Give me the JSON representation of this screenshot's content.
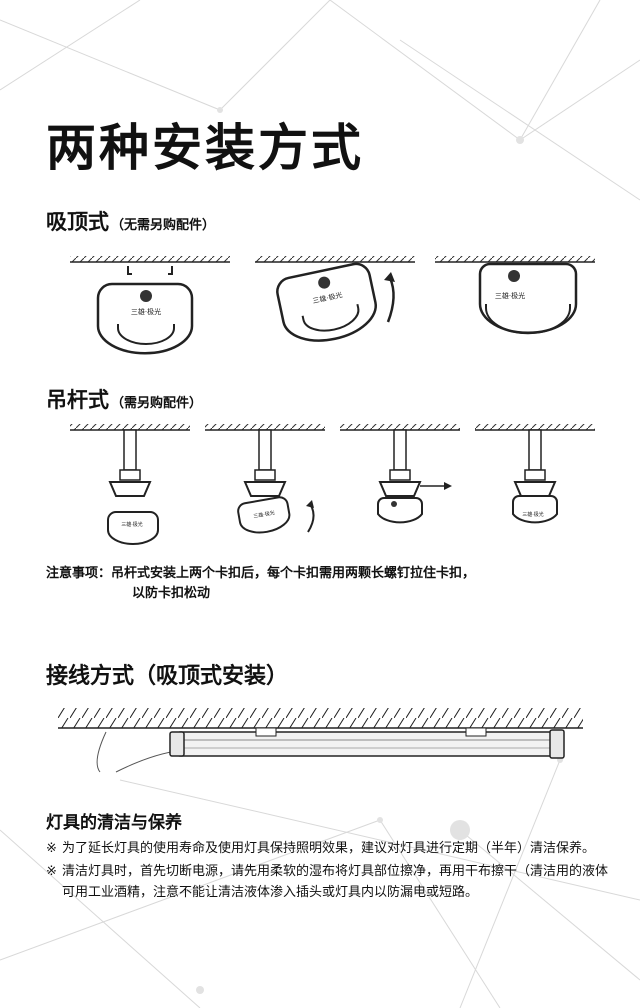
{
  "page": {
    "title": "两种安装方式"
  },
  "ceiling_mount": {
    "title": "吸顶式",
    "note": "（无需另购配件）",
    "lamp_label": "三雄·极光"
  },
  "pendant_mount": {
    "title": "吊杆式",
    "note": "（需另购配件）",
    "lamp_label": "三雄·极光"
  },
  "notice": {
    "label": "注意事项：",
    "line1": "吊杆式安装上两个卡扣后，每个卡扣需用两颗长螺钉拉住卡扣，",
    "line2": "以防卡扣松动"
  },
  "wiring": {
    "title": "接线方式（吸顶式安装）"
  },
  "care": {
    "title": "灯具的清洁与保养",
    "items": [
      {
        "mark": "※",
        "text": "为了延长灯具的使用寿命及使用灯具保持照明效果，建议对灯具进行定期（半年）清洁保养。"
      },
      {
        "mark": "※",
        "text": "清洁灯具时，首先切断电源，请先用柔软的湿布将灯具部位擦净，再用干布擦干（清洁用的液体可用工业酒精，注意不能让清洁液体渗入插头或灯具内以防漏电或短路。"
      }
    ]
  }
}
